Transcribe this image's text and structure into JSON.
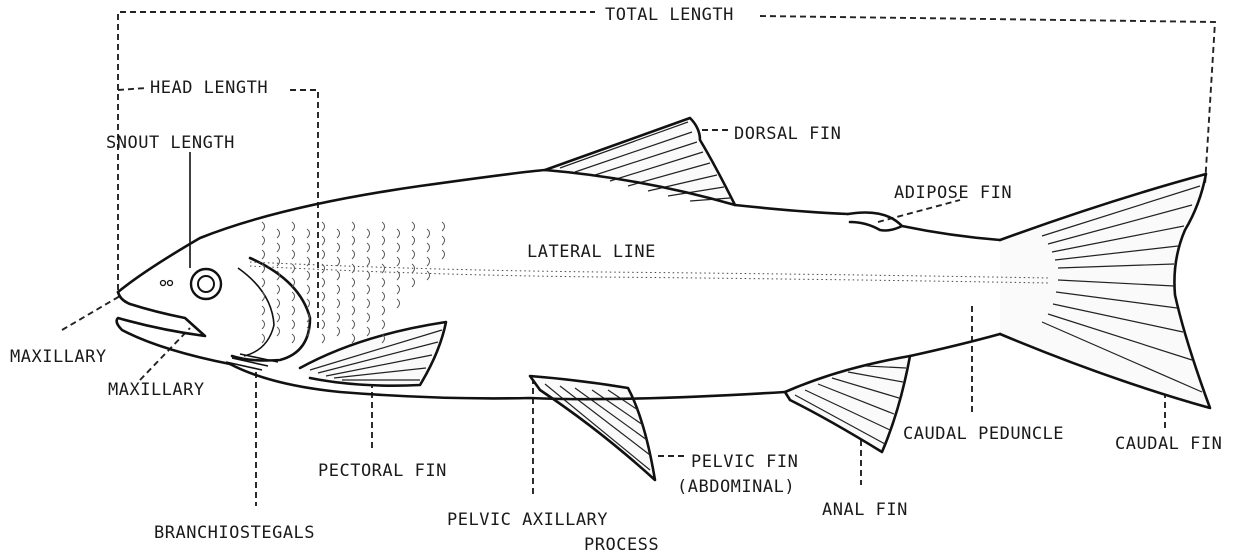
{
  "labels": {
    "total_length": "TOTAL LENGTH",
    "head_length": "HEAD LENGTH",
    "snout_length": "SNOUT LENGTH",
    "dorsal_fin": "DORSAL FIN",
    "adipose_fin": "ADIPOSE FIN",
    "lateral_line": "LATERAL LINE",
    "maxillary_upper": "MAXILLARY",
    "maxillary_lower": "MAXILLARY",
    "pectoral_fin": "PECTORAL FIN",
    "branchiostegals": "BRANCHIOSTEGALS",
    "pelvic_axillary_line1": "PELVIC AXILLARY",
    "pelvic_axillary_line2": "PROCESS",
    "pelvic_fin_line1": "PELVIC FIN",
    "pelvic_fin_line2": "(ABDOMINAL)",
    "anal_fin": "ANAL FIN",
    "caudal_peduncle": "CAUDAL PEDUNCLE",
    "caudal_fin": "CAUDAL FIN"
  }
}
